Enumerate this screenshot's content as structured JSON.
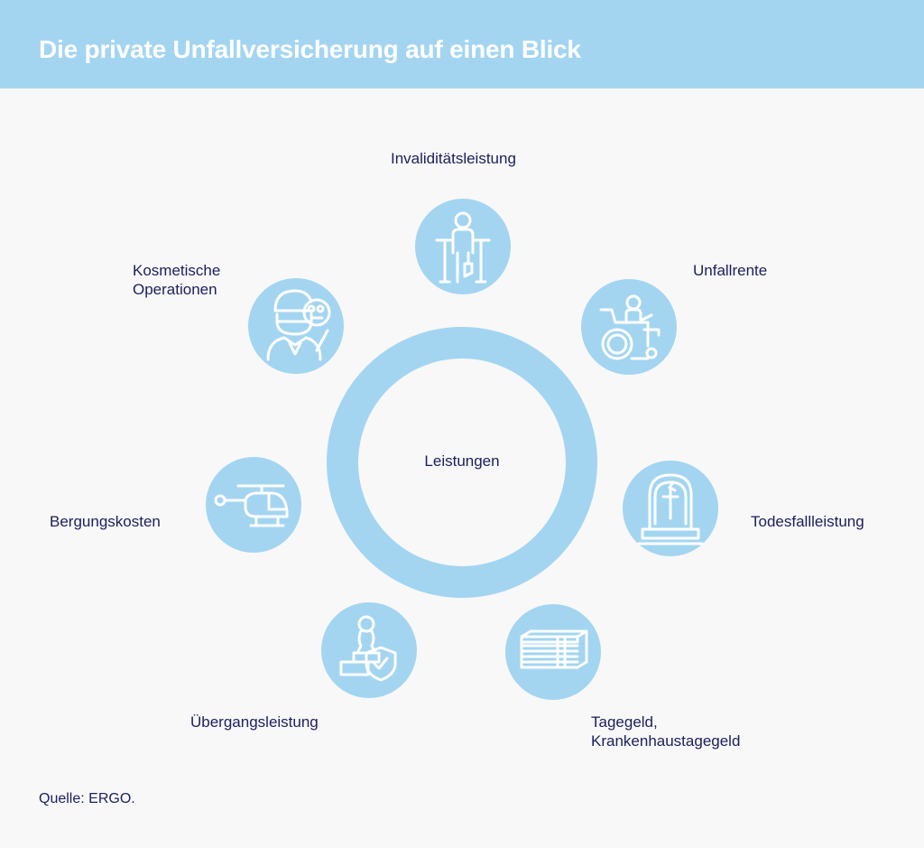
{
  "title": "Die private Unfallversicherung auf einen Blick",
  "center": "Leistungen",
  "items": [
    {
      "icon": "crutches-icon",
      "lines": [
        "Invaliditätsleistung"
      ]
    },
    {
      "icon": "wheelchair-icon",
      "lines": [
        "Unfallrente"
      ]
    },
    {
      "icon": "gravestone-icon",
      "lines": [
        "Todesfallleistung"
      ]
    },
    {
      "icon": "money-stack-icon",
      "lines": [
        "Tagegeld,",
        "Krankenhaustagegeld"
      ]
    },
    {
      "icon": "stamp-shield-icon",
      "lines": [
        "Übergangsleistung"
      ]
    },
    {
      "icon": "helicopter-icon",
      "lines": [
        "Bergungskosten"
      ]
    },
    {
      "icon": "surgeon-icon",
      "lines": [
        "Kosmetische",
        "Operationen"
      ]
    }
  ],
  "source": "Quelle: ERGO.",
  "colors": {
    "header": "#a3d5f1",
    "accent": "#a3d5f1",
    "text": "#1b1f5c",
    "background": "#f8f8f8"
  }
}
